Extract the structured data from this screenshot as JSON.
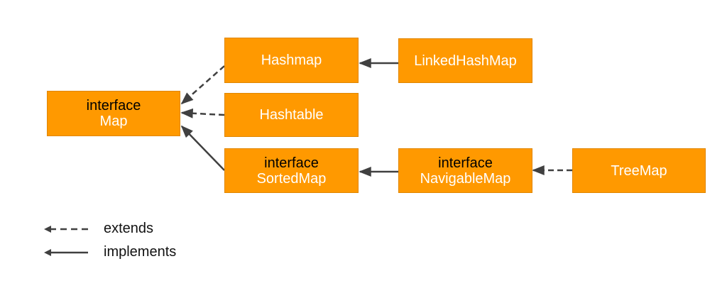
{
  "colors": {
    "node_fill": "#FF9900",
    "node_border": "#E08600",
    "interface_keyword": "#000000",
    "class_name": "#FFFFFF",
    "arrow": "#404040"
  },
  "nodes": {
    "map": {
      "keyword": "interface",
      "name": "Map"
    },
    "hashmap": {
      "keyword": "",
      "name": "Hashmap"
    },
    "linkedhashmap": {
      "keyword": "",
      "name": "LinkedHashMap"
    },
    "hashtable": {
      "keyword": "",
      "name": "Hashtable"
    },
    "sortedmap": {
      "keyword": "interface",
      "name": "SortedMap"
    },
    "navigablemap": {
      "keyword": "interface",
      "name": "NavigableMap"
    },
    "treemap": {
      "keyword": "",
      "name": "TreeMap"
    }
  },
  "edges": [
    {
      "from": "hashmap",
      "to": "map",
      "style": "dashed"
    },
    {
      "from": "hashtable",
      "to": "map",
      "style": "dashed"
    },
    {
      "from": "sortedmap",
      "to": "map",
      "style": "solid"
    },
    {
      "from": "linkedhashmap",
      "to": "hashmap",
      "style": "solid"
    },
    {
      "from": "navigablemap",
      "to": "sortedmap",
      "style": "solid"
    },
    {
      "from": "treemap",
      "to": "navigablemap",
      "style": "dashed"
    }
  ],
  "legend": {
    "extends_label": "extends",
    "implements_label": "implements"
  }
}
